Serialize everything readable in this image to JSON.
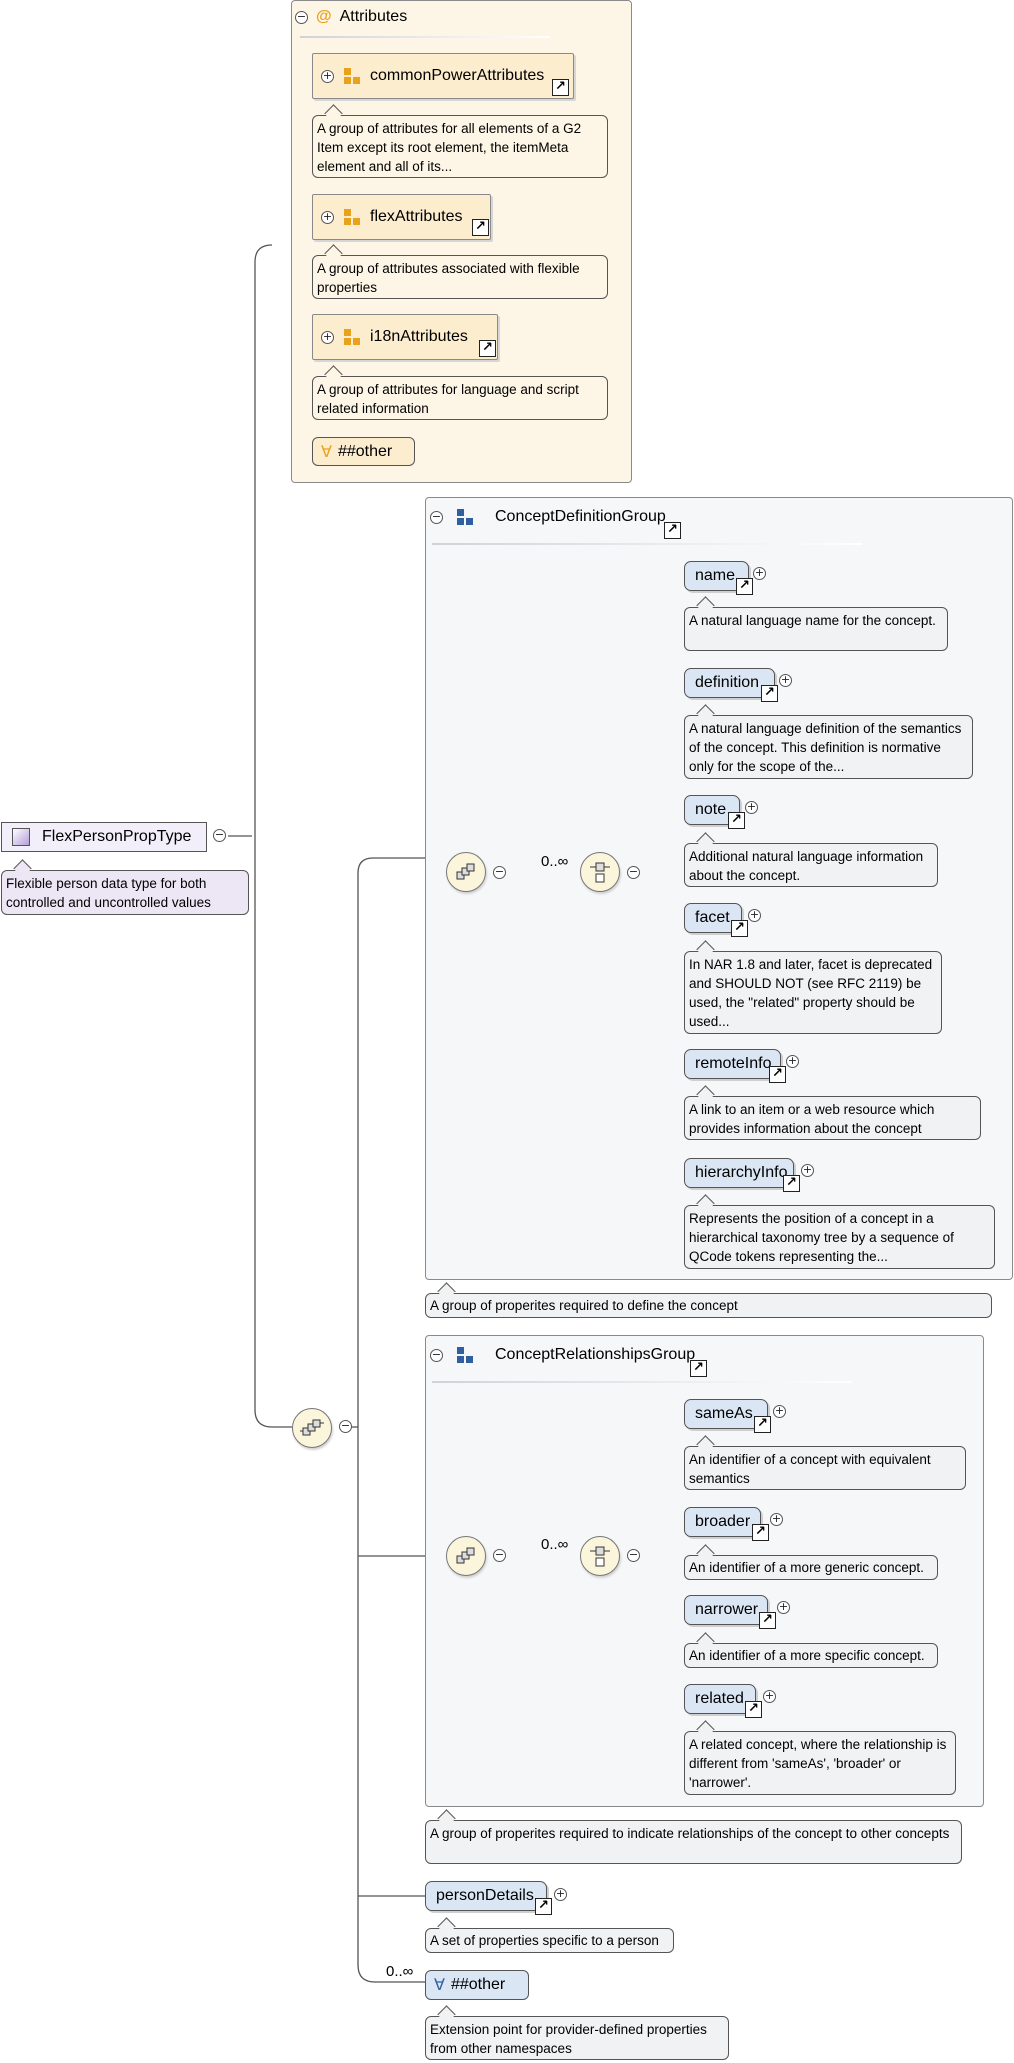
{
  "diagram": {
    "root": {
      "name": "FlexPersonPropType",
      "note": "Flexible person data type for both controlled and uncontrolled values"
    },
    "attributes": {
      "title": "Attributes",
      "at_symbol": "@",
      "groups": [
        {
          "name": "commonPowerAttributes",
          "note": "A group of attributes for all elements of a G2 Item except its root element, the itemMeta element and all of its..."
        },
        {
          "name": "flexAttributes",
          "note": "A group of attributes associated with flexible properties"
        },
        {
          "name": "i18nAttributes",
          "note": "A group of attributes for language and script related information"
        }
      ],
      "any_attribute": "##other"
    },
    "concept_definition_group": {
      "title": "ConceptDefinitionGroup",
      "cardinality": "0..∞",
      "elements": [
        {
          "name": "name",
          "note": "A natural language name for the concept."
        },
        {
          "name": "definition",
          "note": "A natural language definition of the semantics of the concept. This definition is normative only for the scope of the..."
        },
        {
          "name": "note",
          "note": "Additional natural language information about the concept."
        },
        {
          "name": "facet",
          "note": "In NAR 1.8 and later, facet is deprecated and SHOULD NOT (see RFC 2119) be used, the \"related\" property should be used..."
        },
        {
          "name": "remoteInfo",
          "note": "A link to an item or a web resource which provides information about the concept"
        },
        {
          "name": "hierarchyInfo",
          "note": "Represents the position of a concept in a hierarchical taxonomy tree by a sequence of QCode tokens representing the..."
        }
      ],
      "group_note": "A group of properites required to define the concept"
    },
    "concept_relationships_group": {
      "title": "ConceptRelationshipsGroup",
      "cardinality": "0..∞",
      "elements": [
        {
          "name": "sameAs",
          "note": "An identifier of a concept with equivalent semantics"
        },
        {
          "name": "broader",
          "note": "An identifier of a more generic concept."
        },
        {
          "name": "narrower",
          "note": "An identifier of a more specific concept."
        },
        {
          "name": "related",
          "note": "A related concept, where the relationship is different from 'sameAs', 'broader' or 'narrower'."
        }
      ],
      "group_note": "A group of properites required to indicate relationships of the concept to other concepts"
    },
    "person_details": {
      "name": "personDetails",
      "note": "A set of properties specific to a person"
    },
    "any_element": {
      "cardinality": "0..∞",
      "label": "##other",
      "note": "Extension point for provider-defined properties from other namespaces"
    },
    "symbols": {
      "collapse": "−",
      "expand": "+",
      "link": "↗",
      "any": "∀"
    },
    "colors": {
      "attributes_bg": "#fdf6e6",
      "attr_group_bg": "#fdedcf",
      "element_bg": "#dbe6f5",
      "group_bg": "#f6f7f9",
      "root_bg": "#f2effa",
      "root_note_bg": "#ece6f5",
      "compositor_bg": "#fbf5dc",
      "attr_icon": "#e8a21c",
      "group_icon": "#2f5f9e"
    },
    "icons": [
      "collapse-icon",
      "expand-icon",
      "attribute-group-icon",
      "model-group-icon",
      "link-icon",
      "sequence-icon",
      "any-wildcard-icon"
    ]
  }
}
